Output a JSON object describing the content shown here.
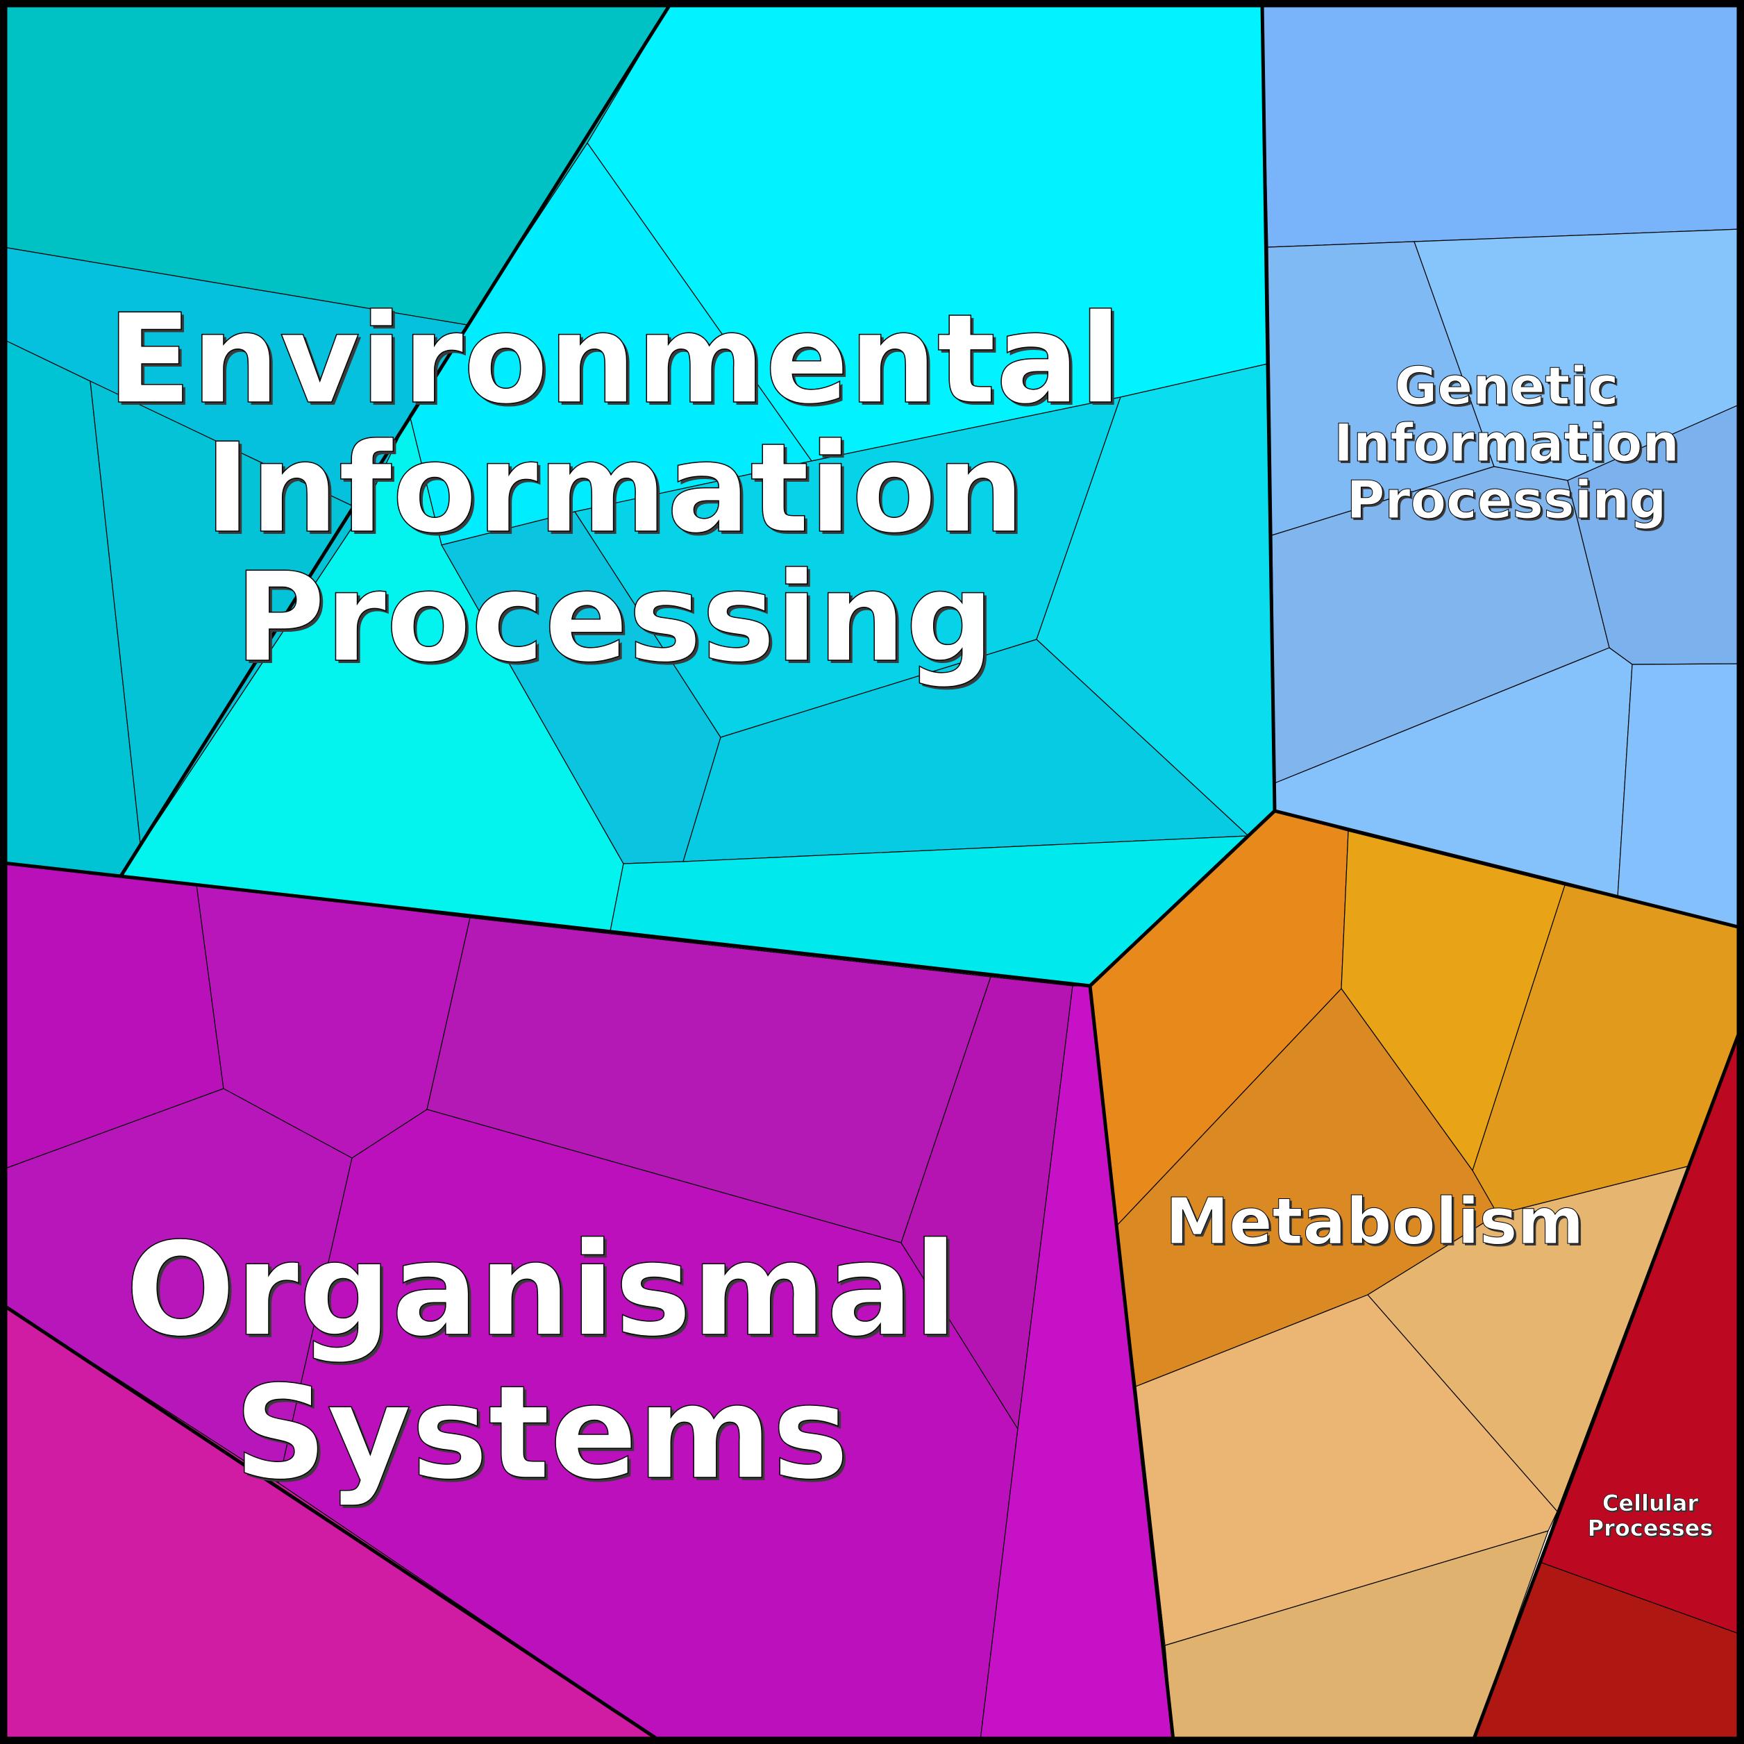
{
  "diagram": {
    "type": "voronoi-treemap",
    "categories": [
      {
        "key": "environmental",
        "label": "Environmental\nInformation\nProcessing",
        "color": "#00F0FF"
      },
      {
        "key": "genetic",
        "label": "Genetic\nInformation\nProcessing",
        "color": "#7EB8F5"
      },
      {
        "key": "organismal",
        "label": "Organismal\nSystems",
        "color": "#B714BB"
      },
      {
        "key": "metabolism",
        "label": "Metabolism",
        "color": "#E38A1E"
      },
      {
        "key": "cellular",
        "label": "Cellular\nProcesses",
        "color": "#B80B1E"
      }
    ]
  }
}
